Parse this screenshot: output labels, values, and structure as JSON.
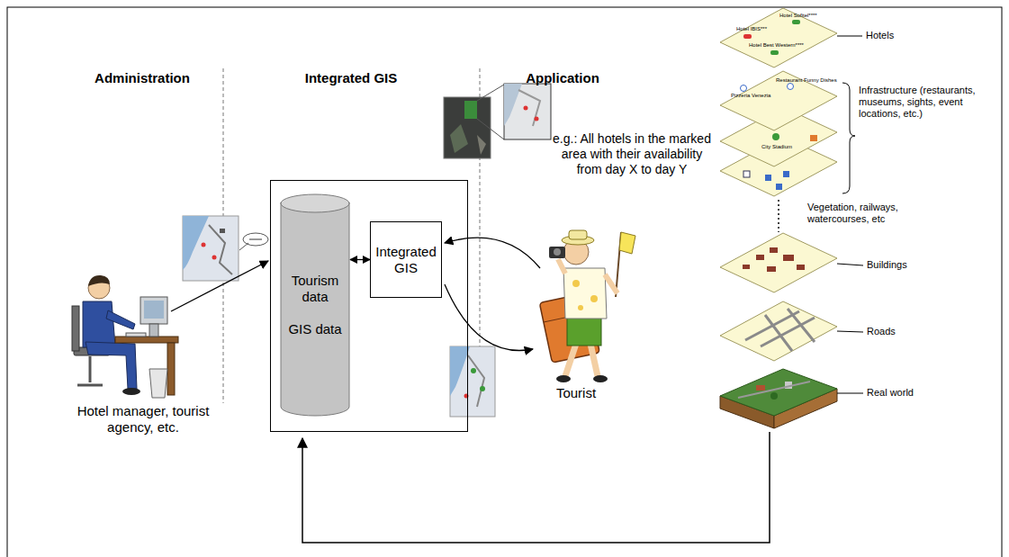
{
  "diagram": {
    "nodes": [
      {
        "text": []
      },
      {
        "text": [
          "Tourism data",
          "GIS data"
        ],
        "in": 0
      },
      {
        "text": [
          "Integrated GIS"
        ],
        "in": 0
      }
    ],
    "edges": [
      {
        "from": 1,
        "to": 2,
        "arrow": "both"
      }
    ],
    "labels": [
      "Administration",
      "Integrated GIS",
      "Application",
      "Hotel manager, tourist agency, etc.",
      "e.g.: All hotels in the marked area with their availability from day X to day Y",
      "Tourist",
      "Hotels",
      "Infrastructure (restaurants, museums, sights, event locations, etc.)",
      "Vegetation, railways, watercourses, etc",
      "Buildings",
      "Roads",
      "Real world",
      "Hotel Sofitel****",
      "Hotel IBIS***",
      "Hotel Best Western****",
      "Pizzeria Venezia",
      "Restaurant Funny Dishes",
      "City Stadium"
    ]
  }
}
